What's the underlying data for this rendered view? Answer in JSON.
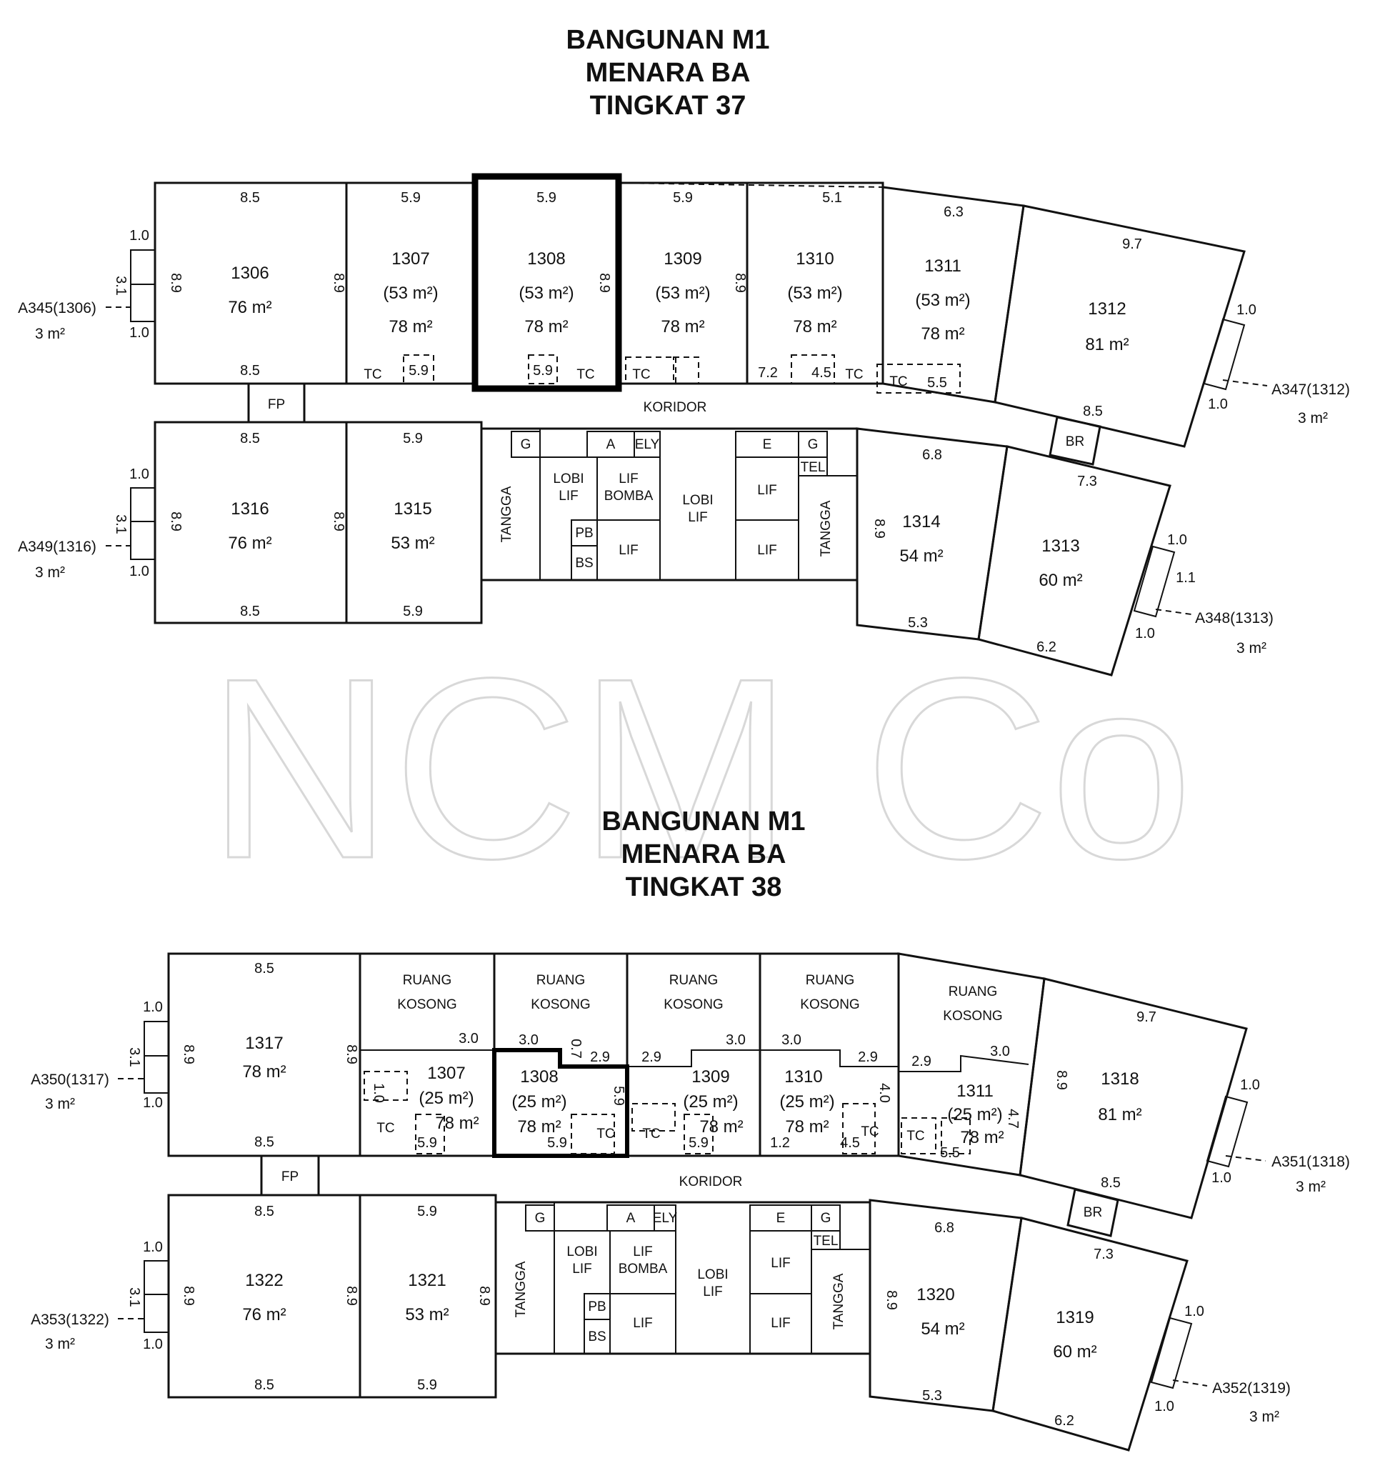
{
  "watermark": "NCM Co",
  "floors": [
    {
      "title": [
        "BANGUNAN M1",
        "MENARA BA",
        "TINGKAT 37"
      ],
      "corridor": "KORIDOR",
      "units": {
        "u1306": [
          "1306",
          "76 m²"
        ],
        "u1307": [
          "1307",
          "(53 m²)",
          "78 m²"
        ],
        "u1308": [
          "1308",
          "(53 m²)",
          "78 m²"
        ],
        "u1309": [
          "1309",
          "(53 m²)",
          "78 m²"
        ],
        "u1310": [
          "1310",
          "(53 m²)",
          "78 m²"
        ],
        "u1311": [
          "1311",
          "(53 m²)",
          "78 m²"
        ],
        "u1312": [
          "1312",
          "81 m²"
        ],
        "u1316": [
          "1316",
          "76 m²"
        ],
        "u1315": [
          "1315",
          "53 m²"
        ],
        "u1314": [
          "1314",
          "54 m²"
        ],
        "u1313": [
          "1313",
          "60 m²"
        ]
      },
      "accessories": {
        "a345": [
          "A345(1306)",
          "3 m²"
        ],
        "a347": [
          "A347(1312)",
          "3 m²"
        ],
        "a349": [
          "A349(1316)",
          "3 m²"
        ],
        "a348": [
          "A348(1313)",
          "3 m²"
        ]
      },
      "dims": {
        "d1": "8.5",
        "d2": "5.9",
        "d3": "5.9",
        "d4": "5.9",
        "d5": "5.1",
        "d6": "6.3",
        "d7": "9.7",
        "d8": "8.5",
        "d9": "5.9",
        "d10": "5.9",
        "d11": "7.2",
        "d12": "4.5",
        "d13": "5.5",
        "d14": "8.5",
        "d15": "5.9",
        "d16": "8.5",
        "d17": "5.9",
        "d18": "6.8",
        "d19": "7.3",
        "d20": "5.3",
        "d21": "6.2",
        "d22": "8.5",
        "v1": "8.9",
        "v2": "8.9",
        "v3": "8.9",
        "v4": "8.9",
        "v5": "8.9",
        "v6": "8.9",
        "v7": "8.9",
        "e1": "1.0",
        "e2": "1.0",
        "e3": "3.1",
        "e4": "1.0",
        "e5": "1.0",
        "e6": "3.1",
        "e7": "1.0",
        "e8": "1.0",
        "e9": "1.0",
        "e10": "1.0",
        "e11": "1.1"
      },
      "labels": {
        "tc": "TC",
        "fp": "FP",
        "br": "BR",
        "g": "G",
        "a": "A",
        "ely": "ELY",
        "e": "E",
        "lobi1": [
          "LOBI",
          "LIF"
        ],
        "lif_bomba": [
          "LIF",
          "BOMBA"
        ],
        "lobi2": [
          "LOBI",
          "LIF"
        ],
        "lif": "LIF",
        "pb": "PB",
        "bs": "BS",
        "tel": "TEL",
        "tangga": "TANGGA"
      }
    },
    {
      "title": [
        "BANGUNAN M1",
        "MENARA BA",
        "TINGKAT 38"
      ],
      "corridor": "KORIDOR",
      "ruang": [
        "RUANG",
        "KOSONG"
      ],
      "units": {
        "u1317": [
          "1317",
          "78 m²"
        ],
        "u1307": [
          "1307",
          "(25 m²)",
          "78 m²"
        ],
        "u1308": [
          "1308",
          "(25 m²)",
          "78 m²"
        ],
        "u1309": [
          "1309",
          "(25 m²)",
          "78 m²"
        ],
        "u1310": [
          "1310",
          "(25 m²)",
          "78 m²"
        ],
        "u1311": [
          "1311",
          "(25 m²)",
          "78 m²"
        ],
        "u1318": [
          "1318",
          "81 m²"
        ],
        "u1322": [
          "1322",
          "76 m²"
        ],
        "u1321": [
          "1321",
          "53 m²"
        ],
        "u1320": [
          "1320",
          "54 m²"
        ],
        "u1319": [
          "1319",
          "60 m²"
        ]
      },
      "accessories": {
        "a350": [
          "A350(1317)",
          "3 m²"
        ],
        "a351": [
          "A351(1318)",
          "3 m²"
        ],
        "a353": [
          "A353(1322)",
          "3 m²"
        ],
        "a352": [
          "A352(1319)",
          "3 m²"
        ]
      },
      "dims": {
        "d1": "8.5",
        "d2": "3.0",
        "d3": "3.0",
        "d4": "3.0",
        "d5": "3.0",
        "d6": "3.0",
        "d7": "9.7",
        "d8": "2.9",
        "d9": "2.9",
        "d10": "2.9",
        "d11": "2.9",
        "d12": "0.7",
        "d13": "8.5",
        "d14": "5.9",
        "d15": "5.9",
        "d16": "5.9",
        "d17": "1.2",
        "d18": "4.5",
        "d19": "5.5",
        "d20": "8.5",
        "d21": "5.9",
        "d22": "8.5",
        "d23": "5.9",
        "d24": "6.8",
        "d25": "7.3",
        "d26": "5.3",
        "d27": "6.2",
        "d28": "8.5",
        "v1": "8.9",
        "v2": "8.9",
        "v3": "8.9",
        "v4": "8.9",
        "v5": "8.9",
        "v6": "8.9",
        "v7": "8.9",
        "v8": "5.9",
        "v9": "4.0",
        "v10": "4.7",
        "v11": "1.0",
        "e1": "1.0",
        "e2": "1.0",
        "e3": "3.1",
        "e4": "1.0",
        "e5": "1.0",
        "e6": "3.1",
        "e7": "1.0",
        "e8": "1.0",
        "e9": "1.0",
        "e10": "1.0"
      },
      "labels": {
        "tc": "TC",
        "fp": "FP",
        "br": "BR",
        "g": "G",
        "a": "A",
        "ely": "ELY",
        "e": "E",
        "lobi1": [
          "LOBI",
          "LIF"
        ],
        "lif_bomba": [
          "LIF",
          "BOMBA"
        ],
        "lobi2": [
          "LOBI",
          "LIF"
        ],
        "lif": "LIF",
        "pb": "PB",
        "bs": "BS",
        "tel": "TEL",
        "tangga": "TANGGA"
      }
    }
  ]
}
